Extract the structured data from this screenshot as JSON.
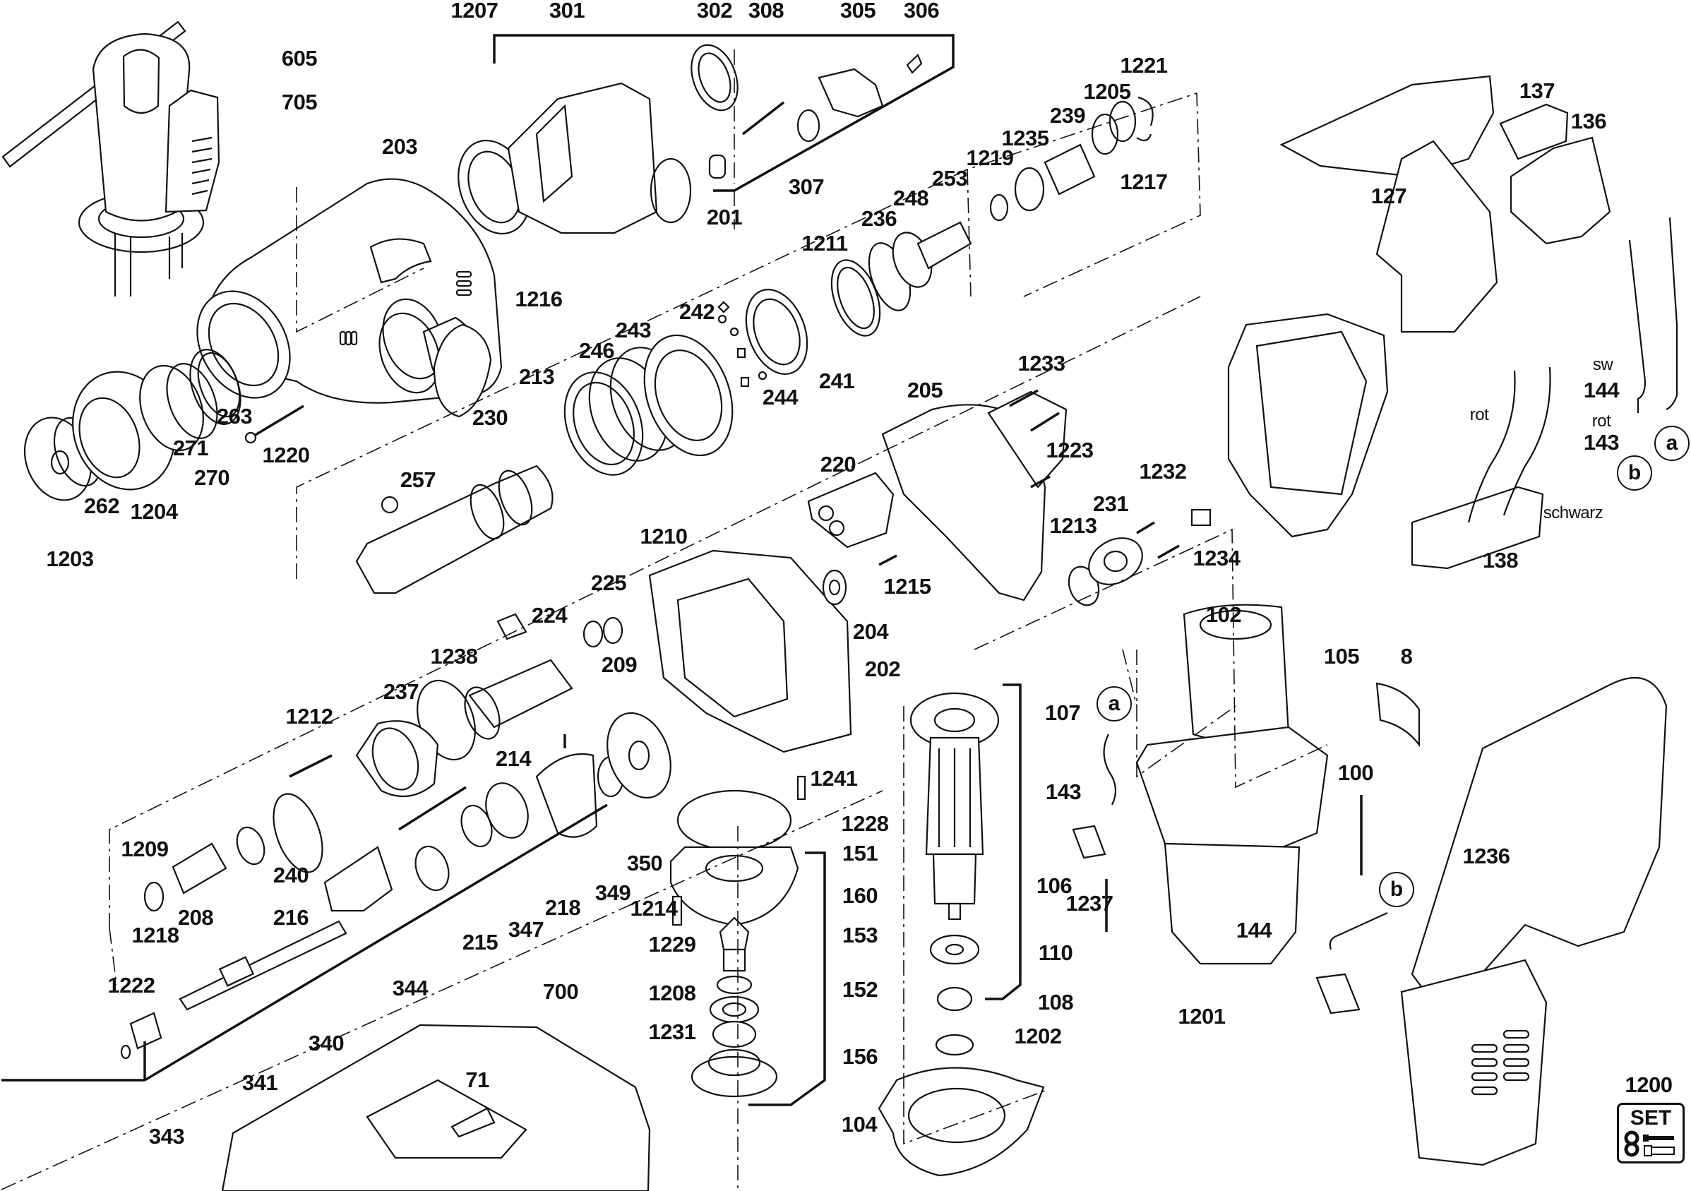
{
  "diagram": {
    "title": "Exploded parts diagram - rotary hammer",
    "labels": {
      "p605": "605",
      "p705": "705",
      "p203": "203",
      "p1207": "1207",
      "p301": "301",
      "p302": "302",
      "p308": "308",
      "p305": "305",
      "p306": "306",
      "p307": "307",
      "p201": "201",
      "p1221": "1221",
      "p1205": "1205",
      "p239": "239",
      "p1235": "1235",
      "p1217": "1217",
      "p1219": "1219",
      "p253": "253",
      "p248": "248",
      "p236": "236",
      "p1211": "1211",
      "p137": "137",
      "p136": "136",
      "p127": "127",
      "p1216": "1216",
      "p213": "213",
      "p1220": "1220",
      "p263": "263",
      "p271": "271",
      "p270": "270",
      "p262": "262",
      "p1204": "1204",
      "p1203": "1203",
      "p242": "242",
      "p243": "243",
      "p246": "246",
      "p241": "241",
      "p244": "244",
      "p230": "230",
      "p257": "257",
      "p205": "205",
      "p1233": "1233",
      "p1223": "1223",
      "p1232": "1232",
      "p231": "231",
      "p1213": "1213",
      "p1234": "1234",
      "p220": "220",
      "p1215": "1215",
      "p1210": "1210",
      "p204": "204",
      "p202": "202",
      "p225": "225",
      "p224": "224",
      "p209": "209",
      "p1238": "1238",
      "p237": "237",
      "p1212": "1212",
      "p214": "214",
      "p1209": "1209",
      "p240": "240",
      "p1218": "1218",
      "p208": "208",
      "p216": "216",
      "p215": "215",
      "p347": "347",
      "p218": "218",
      "p349": "349",
      "p350": "350",
      "p344": "344",
      "p340": "340",
      "p341": "341",
      "p343": "343",
      "p1222": "1222",
      "p700": "700",
      "p71": "71",
      "p1241": "1241",
      "p1228": "1228",
      "p151": "151",
      "p160": "160",
      "p1214": "1214",
      "p153": "153",
      "p1229": "1229",
      "p152": "152",
      "p1208": "1208",
      "p1231": "1231",
      "p156": "156",
      "p107": "107",
      "p106": "106",
      "p110": "110",
      "p108": "108",
      "p1202": "1202",
      "p104": "104",
      "p143a": "143",
      "p1237": "1237",
      "p1201": "1201",
      "p105": "105",
      "p8": "8",
      "p100": "100",
      "p1236": "1236",
      "p144b": "144",
      "p102": "102",
      "p138": "138",
      "p144": "144",
      "p143": "143",
      "p1200": "1200"
    },
    "wire_labels": {
      "sw": "sw",
      "rot_left": "rot",
      "rot_right": "rot",
      "schwarz": "schwarz"
    },
    "connectors": {
      "a_top": "a",
      "b_top": "b",
      "a_mid": "a",
      "b_mid": "b"
    },
    "set_badge": {
      "text": "SET"
    }
  }
}
